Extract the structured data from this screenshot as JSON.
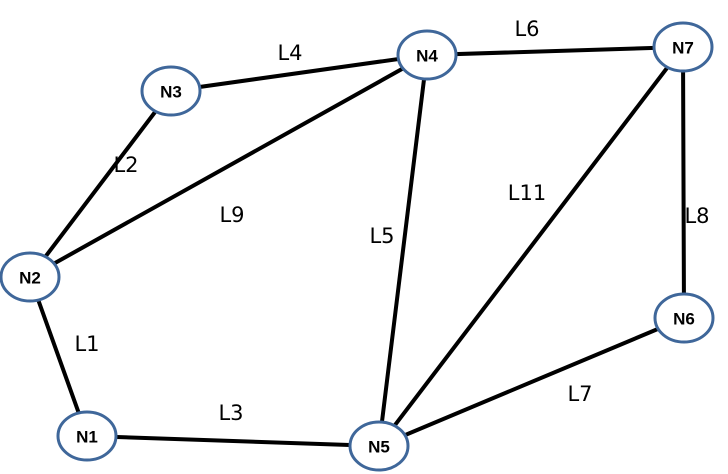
{
  "colors": {
    "node_border": "#3f679a",
    "node_fill": "#ffffff",
    "link": "#000000"
  },
  "nodes": [
    {
      "id": "N1",
      "label": "N1"
    },
    {
      "id": "N2",
      "label": "N2"
    },
    {
      "id": "N3",
      "label": "N3"
    },
    {
      "id": "N4",
      "label": "N4"
    },
    {
      "id": "N5",
      "label": "N5"
    },
    {
      "id": "N6",
      "label": "N6"
    },
    {
      "id": "N7",
      "label": "N7"
    }
  ],
  "links": [
    {
      "id": "L1",
      "label": "L1",
      "from": "N1",
      "to": "N2"
    },
    {
      "id": "L2",
      "label": "L2",
      "from": "N2",
      "to": "N3"
    },
    {
      "id": "L3",
      "label": "L3",
      "from": "N1",
      "to": "N5"
    },
    {
      "id": "L4",
      "label": "L4",
      "from": "N3",
      "to": "N4"
    },
    {
      "id": "L5",
      "label": "L5",
      "from": "N4",
      "to": "N5"
    },
    {
      "id": "L6",
      "label": "L6",
      "from": "N4",
      "to": "N7"
    },
    {
      "id": "L7",
      "label": "L7",
      "from": "N5",
      "to": "N6"
    },
    {
      "id": "L8",
      "label": "L8",
      "from": "N6",
      "to": "N7"
    },
    {
      "id": "L9",
      "label": "L9",
      "from": "N2",
      "to": "N4"
    },
    {
      "id": "L11",
      "label": "L11",
      "from": "N5",
      "to": "N7"
    }
  ]
}
